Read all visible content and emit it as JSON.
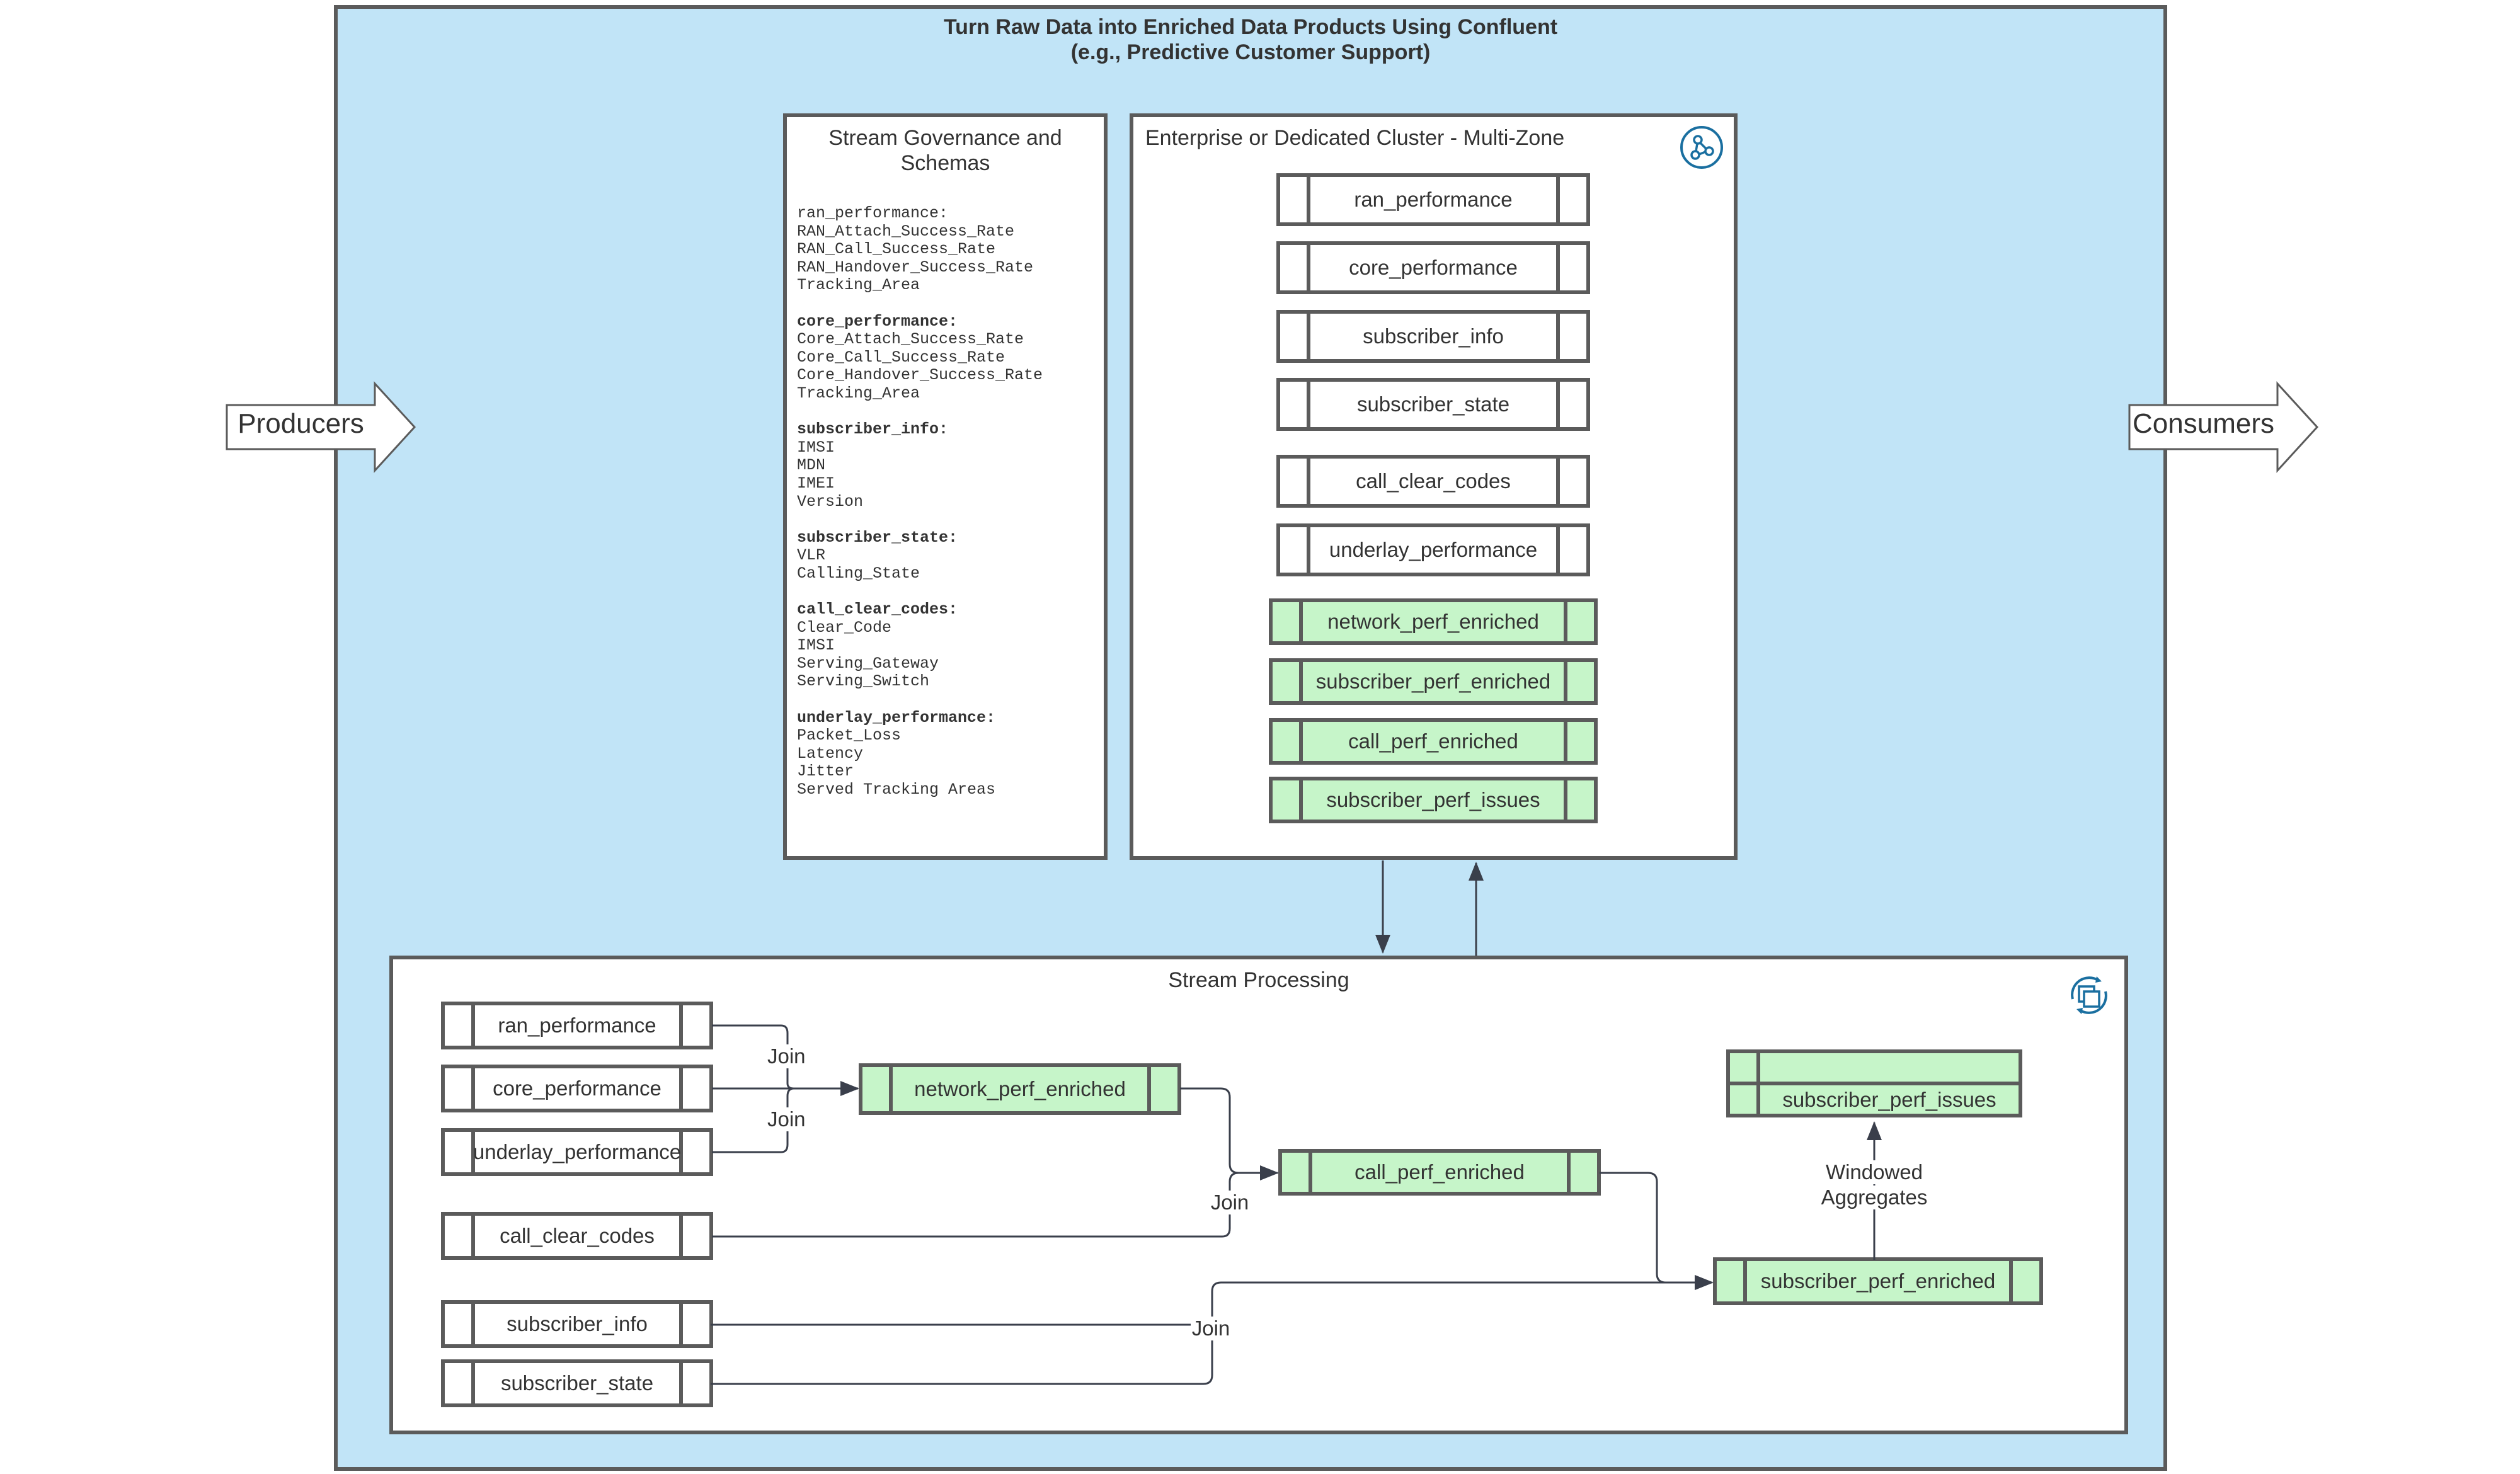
{
  "title": {
    "line1": "Turn Raw Data into Enriched Data Products Using Confluent",
    "line2": "(e.g., Predictive Customer Support)"
  },
  "producers": {
    "label": "Producers"
  },
  "consumers": {
    "label": "Consumers"
  },
  "governance": {
    "title_line1": "Stream Governance and",
    "title_line2": "Schemas",
    "groups": [
      {
        "name": "ran_performance:",
        "bold": false,
        "fields": [
          "RAN_Attach_Success_Rate",
          "RAN_Call_Success_Rate",
          "RAN_Handover_Success_Rate",
          "Tracking_Area"
        ]
      },
      {
        "name": "core_performance:",
        "bold": true,
        "fields": [
          "Core_Attach_Success_Rate",
          "Core_Call_Success_Rate",
          "Core_Handover_Success_Rate",
          "Tracking_Area"
        ]
      },
      {
        "name": "subscriber_info:",
        "bold": true,
        "fields": [
          "IMSI",
          "MDN",
          "IMEI",
          "Version"
        ]
      },
      {
        "name": "subscriber_state:",
        "bold": true,
        "fields": [
          "VLR",
          "Calling_State"
        ]
      },
      {
        "name": "call_clear_codes:",
        "bold": true,
        "fields": [
          "Clear_Code",
          "IMSI",
          "Serving_Gateway",
          "Serving_Switch"
        ]
      },
      {
        "name": "underlay_performance:",
        "bold": true,
        "fields": [
          "Packet_Loss",
          "Latency",
          "Jitter",
          "Served Tracking Areas"
        ]
      }
    ]
  },
  "cluster": {
    "title": "Enterprise or Dedicated Cluster - Multi-Zone",
    "icon": "cluster-network-icon",
    "topics": [
      {
        "label": "ran_performance",
        "enriched": false
      },
      {
        "label": "core_performance",
        "enriched": false
      },
      {
        "label": "subscriber_info",
        "enriched": false
      },
      {
        "label": "subscriber_state",
        "enriched": false
      },
      {
        "label": "call_clear_codes",
        "enriched": false
      },
      {
        "label": "underlay_performance",
        "enriched": false
      },
      {
        "label": "network_perf_enriched",
        "enriched": true
      },
      {
        "label": "subscriber_perf_enriched",
        "enriched": true
      },
      {
        "label": "call_perf_enriched",
        "enriched": true
      },
      {
        "label": "subscriber_perf_issues",
        "enriched": true
      }
    ]
  },
  "processing": {
    "title": "Stream Processing",
    "icon": "stream-processing-icon",
    "sources": [
      "ran_performance",
      "core_performance",
      "underlay_performance",
      "call_clear_codes",
      "subscriber_info",
      "subscriber_state"
    ],
    "network_perf_enriched": "network_perf_enriched",
    "call_perf_enriched": "call_perf_enriched",
    "subscriber_perf_enriched": "subscriber_perf_enriched",
    "subscriber_perf_issues": "subscriber_perf_issues",
    "join_label": "Join",
    "windowed_line1": "Windowed",
    "windowed_line2": "Aggregates"
  },
  "colors": {
    "background": "#c1e4f7",
    "enriched": "#c6f5c9",
    "border": "#5b5b5b",
    "icon": "#1a6fa0"
  }
}
